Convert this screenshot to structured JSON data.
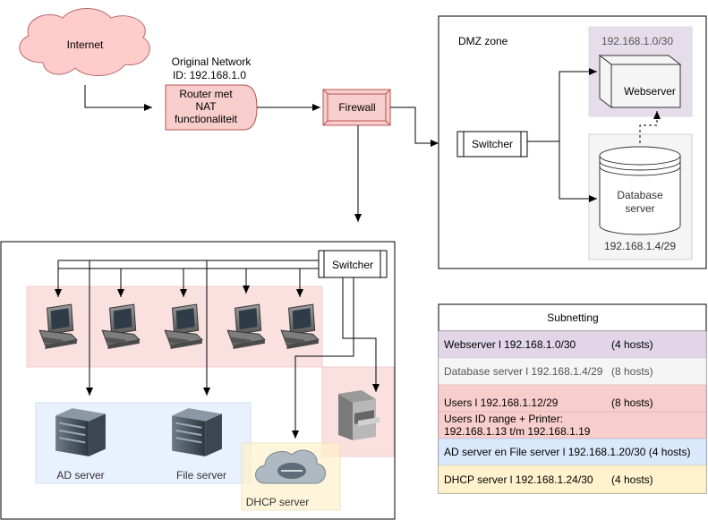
{
  "internet": {
    "label": "Internet"
  },
  "original_network": {
    "line1": "Original Network",
    "line2": "ID: 192.168.1.0"
  },
  "router": {
    "line1": "Router met",
    "line2": "NAT",
    "line3": "functionaliteit"
  },
  "firewall": {
    "label": "Firewall"
  },
  "dmz": {
    "title": "DMZ zone",
    "switch_label": "Switcher",
    "webserver_subnet": "192.168.1.0/30",
    "webserver_label": "Webserver",
    "database_line1": "Database",
    "database_line2": "server",
    "database_subnet": "192.168.1.4/29"
  },
  "lan": {
    "switch_label": "Switcher",
    "ad_server_label": "AD server",
    "file_server_label": "File server",
    "dhcp_server_label": "DHCP server"
  },
  "subnetting": {
    "title": "Subnetting",
    "rows": [
      {
        "text": "Webserver l  192.168.1.0/30",
        "hosts": "(4 hosts)"
      },
      {
        "text": "Database server l 192.168.1.4/29",
        "hosts": "(8 hosts)"
      },
      {
        "text": "Users l 192.168.1.12/29",
        "hosts": "(8 hosts)"
      },
      {
        "text1": "Users ID range + Printer:",
        "text2": " 192.168.1.13 t/m 192.168.1.19"
      },
      {
        "text": "AD server en File server  l  192.168.1.20/30  (4 hosts)"
      },
      {
        "text": "DHCP server l  192.168.1.24/30",
        "hosts": "(4 hosts)"
      }
    ]
  },
  "colors": {
    "router_fill": "#f8cecc",
    "firewall_fill": "#f8cecc",
    "internet_fill": "#ffcccc",
    "users_zone": "#f8e4e4",
    "servers_zone": "#dae8fc",
    "dhcp_zone": "#fff2cc",
    "webserver_zone": "#e1d5e7",
    "database_zone": "#f5f5f5"
  }
}
